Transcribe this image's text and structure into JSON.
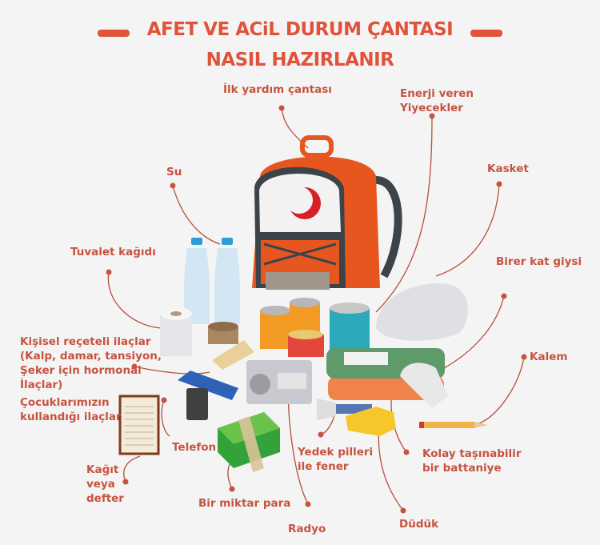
{
  "title": {
    "line1": "AFET  VE ACiL DURUM ÇANTASI",
    "line2": "NASIL HAZIRLANIR",
    "color": "#e0533a"
  },
  "colors": {
    "background": "#f4f4f4",
    "label_text": "#c6533f",
    "leader_line": "#b5503c",
    "backpack_orange": "#e8561f",
    "backpack_strap": "#3d4449",
    "crescent_red": "#d71f26"
  },
  "center_image": "backpack-with-emergency-supplies",
  "labels": {
    "first_aid": "İlk yardım çantası",
    "energy_food_1": "Enerji veren",
    "energy_food_2": "Yiyecekler",
    "water": "Su",
    "helmet": "Kasket",
    "toilet_paper": "Tuvalet kağıdı",
    "clothes": "Birer kat giysi",
    "meds_1": "Kişisel reçeteli ilaçlar",
    "meds_2": "(Kalp, damar, tansiyon,",
    "meds_3": "Şeker için hormonal",
    "meds_4": "İlaçlar)",
    "kids_meds_1": "Çocuklarımızın",
    "kids_meds_2": "kullandığı ilaçlar",
    "pen": "Kalem",
    "phone": "Telefon",
    "notebook_1": "Kağıt",
    "notebook_2": "veya",
    "notebook_3": "defter",
    "flashlight_1": "Yedek pilleri",
    "flashlight_2": "ile fener",
    "blanket_1": "Kolay taşınabilir",
    "blanket_2": "bir battaniye",
    "money": "Bir miktar para",
    "radio": "Radyo",
    "whistle": "Düdük"
  }
}
